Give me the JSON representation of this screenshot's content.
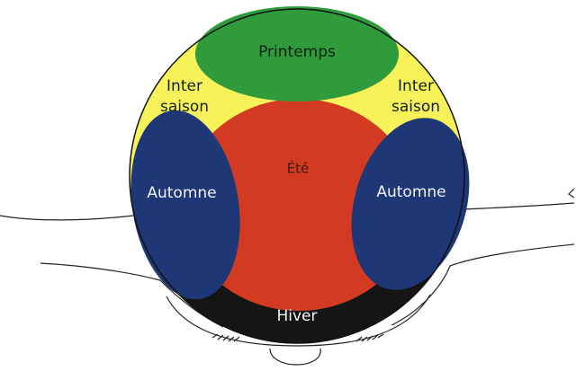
{
  "colors": {
    "background": "#ffffff",
    "yellow": "#f7f25a",
    "green": "#2f9b3a",
    "red": "#d23a22",
    "blue": "#1e3776",
    "black": "#151515",
    "line": "#222222"
  },
  "labels": {
    "printemps": "Printemps",
    "inter_saison_left_1": "Inter",
    "inter_saison_left_2": "saison",
    "inter_saison_right_1": "Inter",
    "inter_saison_right_2": "saison",
    "ete": "Été",
    "automne_left": "Automne",
    "automne_right": "Automne",
    "hiver": "Hiver"
  }
}
